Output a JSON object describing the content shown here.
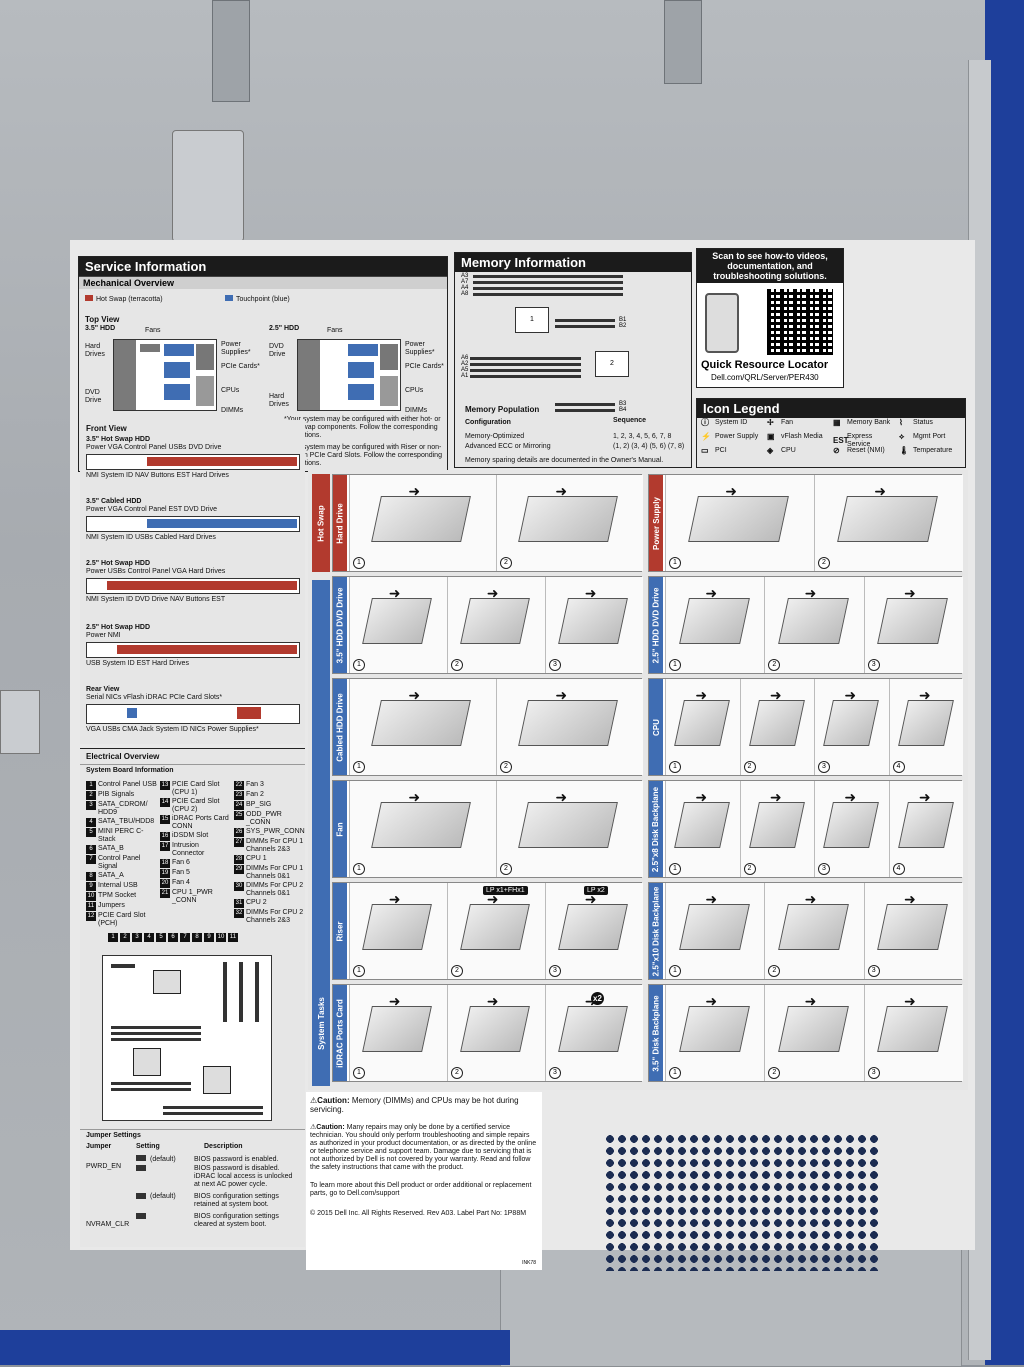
{
  "service_info": {
    "title": "Service Information",
    "mechanical": "Mechanical Overview",
    "hot_swap_legend": "Hot Swap (terracotta)",
    "touchpoint_legend": "Touchpoint (blue)",
    "top_view": "Top View",
    "hdd35": "3.5\" HDD",
    "hdd25": "2.5\" HDD",
    "fans": "Fans",
    "hard_drives": "Hard Drives",
    "dvd_drive": "DVD Drive",
    "power_supplies": "Power Supplies*",
    "pcie_cards": "PCIe Cards*",
    "cpus": "CPUs",
    "dimms": "DIMMs",
    "note1": "*Your system may be configured with either hot- or cold-swap components. Follow the corresponding instructions.",
    "note2": "*Your system may be configured with Riser or non-Riser in PCIe Card Slots. Follow the corresponding instructions.",
    "front_view": "Front View",
    "fv_rows": [
      {
        "title": "3.5\" Hot Swap HDD",
        "top": "Power   VGA   Control Panel   USBs   DVD Drive",
        "bottom": "NMI   System ID   NAV Buttons   EST   Hard Drives"
      },
      {
        "title": "3.5\" Cabled HDD",
        "top": "Power   VGA   Control Panel   EST   DVD Drive",
        "bottom": "NMI   System ID   USBs   Cabled Hard Drives"
      },
      {
        "title": "2.5\" Hot Swap HDD",
        "top": "Power   USBs   Control Panel   VGA   Hard Drives",
        "bottom": "NMI   System ID   DVD Drive   NAV Buttons   EST"
      },
      {
        "title": "2.5\" Hot Swap HDD",
        "top": "Power   NMI",
        "bottom": "USB   System ID   EST   Hard Drives"
      }
    ],
    "rear_view": "Rear View",
    "rear_top": "Serial   NICs   vFlash   iDRAC   PCIe Card Slots*",
    "rear_bottom": "VGA   USBs   CMA Jack   System ID   NICs   Power Supplies*",
    "electrical": "Electrical Overview",
    "sbi": "System Board Information",
    "board_items": [
      [
        "1",
        "Control Panel USB"
      ],
      [
        "2",
        "PIB Signals"
      ],
      [
        "3",
        "SATA_CDROM/ HDD9"
      ],
      [
        "4",
        "SATA_TBU/HDD8"
      ],
      [
        "5",
        "MINI PERC C-Stack"
      ],
      [
        "6",
        "SATA_B"
      ],
      [
        "7",
        "Control Panel Signal"
      ],
      [
        "8",
        "SATA_A"
      ],
      [
        "9",
        "Internal USB"
      ],
      [
        "10",
        "TPM Socket"
      ],
      [
        "11",
        "Jumpers"
      ],
      [
        "12",
        "PCIE Card Slot (PCH)"
      ],
      [
        "13",
        "PCIE Card Slot (CPU 1)"
      ],
      [
        "14",
        "PCIE Card Slot (CPU 2)"
      ],
      [
        "15",
        "iDRAC Ports Card CONN"
      ],
      [
        "16",
        "iDSDM Slot"
      ],
      [
        "17",
        "Intrusion Connector"
      ],
      [
        "18",
        "Fan 6"
      ],
      [
        "19",
        "Fan 5"
      ],
      [
        "20",
        "Fan 4"
      ],
      [
        "21",
        "CPU 1_PWR _CONN"
      ],
      [
        "22",
        "Fan 3"
      ],
      [
        "23",
        "Fan 2"
      ],
      [
        "24",
        "BP_SIG"
      ],
      [
        "25",
        "ODD_PWR _CONN"
      ],
      [
        "26",
        "SYS_PWR_CONN"
      ],
      [
        "27",
        "DIMMs For CPU 1 Channels 2&3"
      ],
      [
        "28",
        "CPU 1"
      ],
      [
        "29",
        "DIMMs For CPU 1 Channels 0&1"
      ],
      [
        "30",
        "DIMMs For CPU 2 Channels 0&1"
      ],
      [
        "31",
        "CPU 2"
      ],
      [
        "32",
        "DIMMs For CPU 2 Channels 2&3"
      ]
    ],
    "jumper_title": "Jumper Settings",
    "jumper_cols": [
      "Jumper",
      "Setting",
      "Description"
    ],
    "pwrd_en": "PWRD_EN",
    "nvram_clr": "NVRAM_CLR",
    "jumpers": [
      {
        "setting": "(default)",
        "desc": "BIOS password is enabled."
      },
      {
        "setting": "",
        "desc": "BIOS password is disabled. iDRAC local access is unlocked at next AC power cycle."
      },
      {
        "setting": "(default)",
        "desc": "BIOS configuration settings retained at system boot."
      },
      {
        "setting": "",
        "desc": "BIOS configuration settings cleared at system boot."
      }
    ]
  },
  "memory": {
    "title": "Memory Information",
    "slots_left_top": [
      "A3",
      "A7",
      "A4",
      "A8"
    ],
    "slots_left_bottom": [
      "A6",
      "A2",
      "A5",
      "A1"
    ],
    "slots_right_top": [
      "B1",
      "B2"
    ],
    "slots_right_bottom": [
      "B3",
      "B4"
    ],
    "cpu1": "1",
    "cpu2": "2",
    "population": "Memory Population",
    "col_config": "Configuration",
    "col_seq": "Sequence",
    "rows": [
      {
        "config": "Memory-Optimized",
        "seq": "1, 2, 3, 4, 5, 6, 7, 8"
      },
      {
        "config": "Advanced ECC or Mirroring",
        "seq": "(1, 2) (3, 4) (5, 6) (7, 8)"
      }
    ],
    "note": "Memory sparing details are documented in the Owner's Manual."
  },
  "qr": {
    "headline": "Scan to see how-to videos, documentation, and troubleshooting solutions.",
    "title": "Quick Resource Locator",
    "url": "Dell.com/QRL/Server/PER430"
  },
  "icons": {
    "title": "Icon Legend",
    "items": [
      {
        "icon": "system-id-icon",
        "label": "System ID"
      },
      {
        "icon": "fan-icon",
        "label": "Fan"
      },
      {
        "icon": "memory-bank-icon",
        "label": "Memory Bank"
      },
      {
        "icon": "status-icon",
        "label": "Status"
      },
      {
        "icon": "power-supply-icon",
        "label": "Power Supply"
      },
      {
        "icon": "vflash-icon",
        "label": "vFlash Media"
      },
      {
        "icon": "est-icon",
        "label": "Express Service"
      },
      {
        "icon": "mgmt-port-icon",
        "label": "Mgmt Port"
      },
      {
        "icon": "pci-icon",
        "label": "PCI"
      },
      {
        "icon": "cpu-icon",
        "label": "CPU"
      },
      {
        "icon": "reset-icon",
        "label": "Reset (NMI)"
      },
      {
        "icon": "temperature-icon",
        "label": "Temperature"
      }
    ],
    "est_text": "EST"
  },
  "tasks": {
    "hot_swap": "Hot Swap",
    "system_tasks": "System Tasks",
    "rows": [
      {
        "left": "Hard Drive",
        "right": "Power Supply",
        "lc": "red",
        "rc": "red",
        "ls": 2,
        "rs": 2
      },
      {
        "left": "3.5\" HDD DVD Drive",
        "right": "2.5\" HDD DVD Drive",
        "lc": "blue",
        "rc": "blue",
        "ls": 3,
        "rs": 3
      },
      {
        "left": "Cabled HDD Drive",
        "right": "CPU",
        "lc": "blue",
        "rc": "blue",
        "ls": 2,
        "rs": 4
      },
      {
        "left": "Fan",
        "right": "2.5\"x8 Disk Backplane",
        "lc": "blue",
        "rc": "blue",
        "ls": 2,
        "rs": 4
      },
      {
        "left": "Riser",
        "right": "2.5\"x10 Disk Backplane",
        "lc": "blue",
        "rc": "blue",
        "ls": 3,
        "rs": 3
      },
      {
        "left": "iDRAC Ports Card",
        "right": "3.5\" Disk Backplane",
        "lc": "blue",
        "rc": "blue",
        "ls": 3,
        "rs": 3
      }
    ],
    "riser_tags": [
      "LP x1+FHx1",
      "LP x2"
    ],
    "x2": "x2"
  },
  "footer": {
    "caution1_label": "Caution:",
    "caution1": "Memory (DIMMs) and CPUs may be hot during servicing.",
    "caution2_label": "Caution:",
    "caution2": "Many repairs may only be done by a certified service technician. You should only perform troubleshooting and simple repairs as authorized in your product documentation, or as directed by the online or telephone service and support team. Damage due to servicing that is not authorized by Dell is not covered by your warranty. Read and follow the safety instructions that came with the product.",
    "learn": "To learn more about this Dell product or order additional or replacement parts, go to Dell.com/support",
    "copyright": "© 2015 Dell Inc. All Rights Reserved. Rev A03. Label Part No: 1P88M",
    "tiny": "INK78"
  }
}
